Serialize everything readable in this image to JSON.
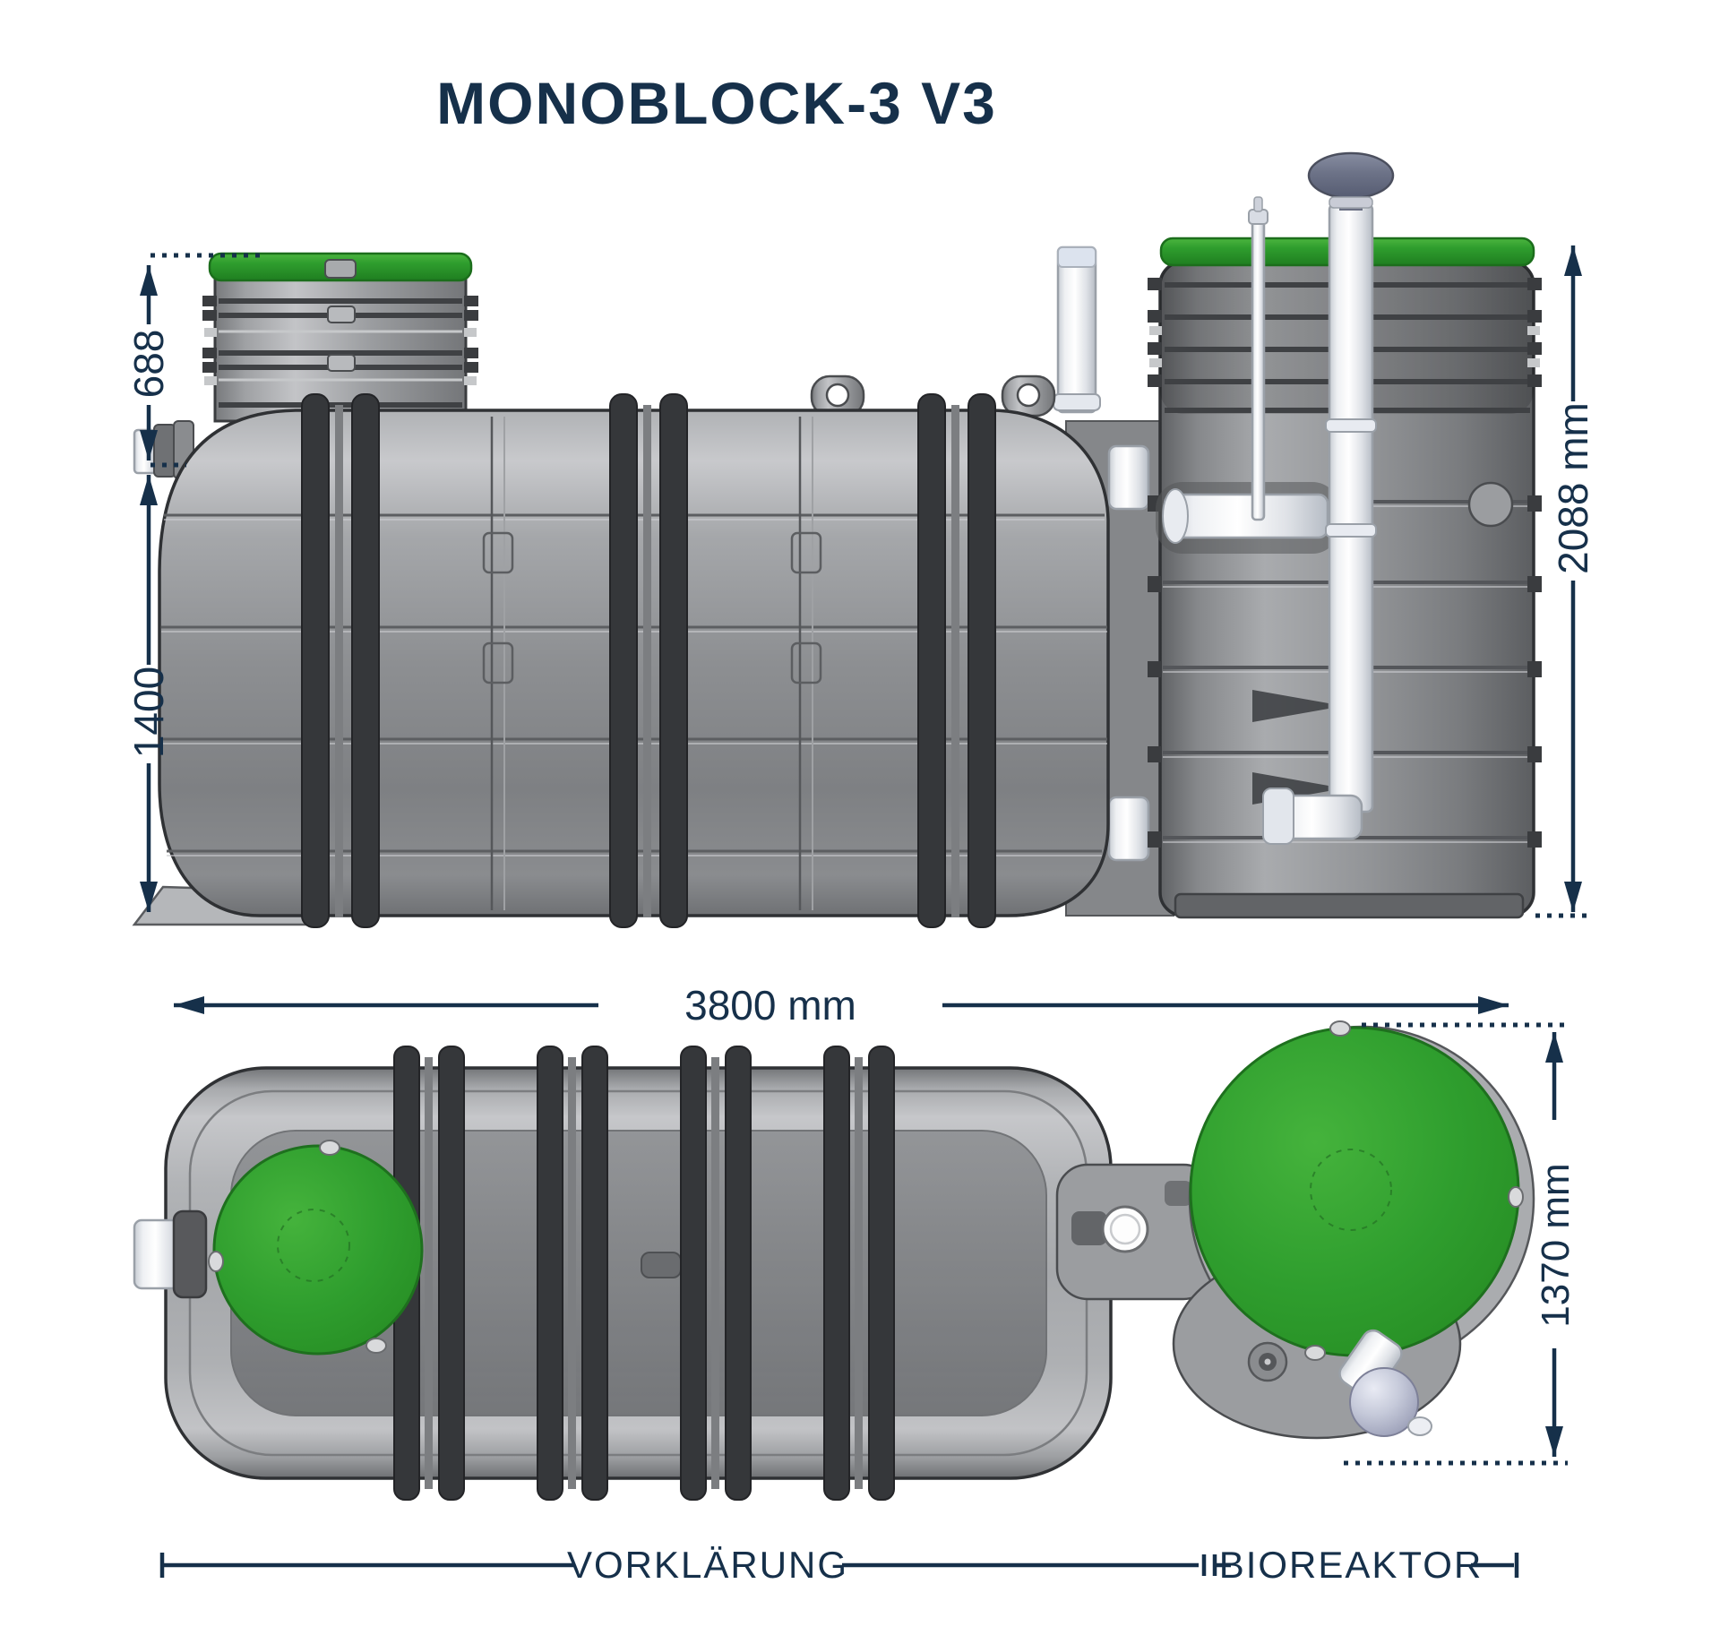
{
  "title": "MONOBLOCK-3 V3",
  "dims": {
    "riser_height": "688",
    "tank_height": "1400",
    "total_height": "2088 mm",
    "total_length": "3800 mm",
    "bioreactor_diameter": "1370 mm"
  },
  "sections": {
    "pretreatment": "VORKLÄRUNG",
    "bioreactor": "BIOREAKTOR"
  },
  "colors": {
    "accent_navy": "#16304a",
    "lid_green": "#2f9e2e",
    "lid_green_dark": "#1f7e20",
    "tank_gray": "#8e9093",
    "pipe_white": "#f2f4f7",
    "ball_lavender": "#abafc6",
    "background": "#ffffff"
  }
}
